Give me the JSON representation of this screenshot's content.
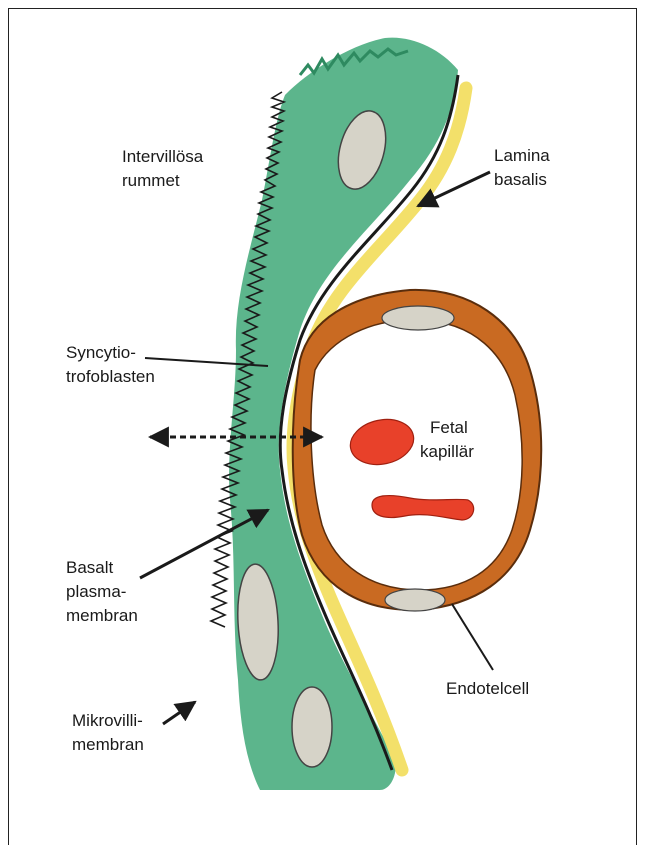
{
  "labels": {
    "intervillous_1": "Intervillösa",
    "intervillous_2": "rummet",
    "lamina_1": "Lamina",
    "lamina_2": "basalis",
    "syncytio_1": "Syncytio-",
    "syncytio_2": "trofoblasten",
    "fetal_1": "Fetal",
    "fetal_2": "kapillär",
    "basal_1": "Basalt",
    "basal_2": "plasma-",
    "basal_3": "membran",
    "endotel": "Endotelcell",
    "mikro_1": "Mikrovilli-",
    "mikro_2": "membran"
  },
  "colors": {
    "syncytio_green": "#3fa878",
    "nucleus_gray": "#d6d3c8",
    "lamina_yellow": "#f3e06a",
    "capillary_wall": "#c96a22",
    "red_cell": "#e8412a",
    "arrow": "#1a1a1a"
  }
}
